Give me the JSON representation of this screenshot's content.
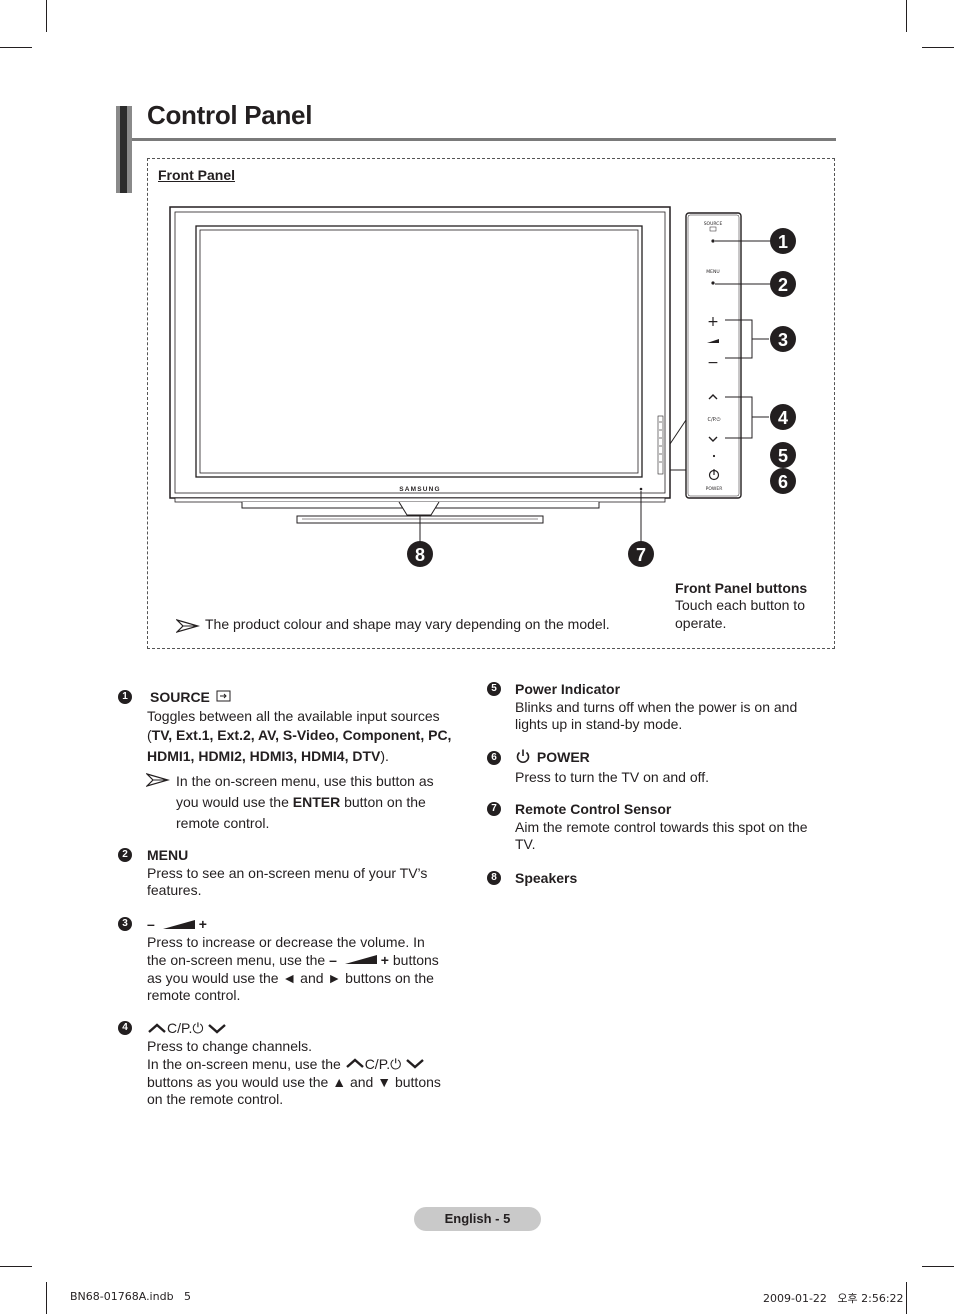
{
  "page": {
    "title": "Control Panel",
    "footer": "English - 5",
    "slug_left": "BN68-01768A.indb   5",
    "slug_right": "2009-01-22   오후 2:56:22"
  },
  "figure": {
    "section_label": "Front Panel",
    "brand": "SAMSUNG",
    "note": "The product colour and shape may vary depending on the model.",
    "buttons_title": "Front Panel buttons",
    "buttons_desc_1": "Touch each button to",
    "buttons_desc_2": "operate.",
    "strip": {
      "source": "SOURCE",
      "menu": "MENU",
      "plus": "+",
      "minus": "−",
      "cp": "C/P.⏻",
      "power": "POWER"
    },
    "callouts": [
      "1",
      "2",
      "3",
      "4",
      "5",
      "6",
      "7",
      "8"
    ]
  },
  "items": {
    "i1": {
      "num": "1",
      "head": "SOURCE",
      "text_1": "Toggles between all the available input sources",
      "paren_open": "(",
      "sources_1": "TV, Ext.1, Ext.2, AV, S-Video, Component, PC,",
      "sources_2": "HDMI1, HDMI2, HDMI3, HDMI4, DTV",
      "paren_close": ").",
      "note_1": "In the on-screen menu, use this button as",
      "note_2a": "you would use the ",
      "note_2b": "ENTER",
      "note_2c": " button on the",
      "note_3": "remote control."
    },
    "i2": {
      "num": "2",
      "head": "MENU",
      "text_1": "Press to see an on-screen menu of your TV’s",
      "text_2": "features."
    },
    "i3": {
      "num": "3",
      "head_minus": "–",
      "head_plus": "+",
      "text_1": "Press to increase or decrease the volume. In",
      "text_2a": "the on-screen menu, use the ",
      "text_2b": "–",
      "text_2c": "+",
      "text_2d": " buttons",
      "text_3": "as you would use the ◄ and ► buttons on the",
      "text_4": "remote control."
    },
    "i4": {
      "num": "4",
      "head": "C/P.⏻",
      "text_1": "Press to change channels.",
      "text_2a": "In the on-screen menu, use the ",
      "text_2b": "C/P.⏻",
      "text_3": "buttons as you would use the ▲ and ▼ buttons",
      "text_4": "on the remote control."
    },
    "i5": {
      "num": "5",
      "head": "Power Indicator",
      "text_1": "Blinks and turns off when the power is on and",
      "text_2": "lights up in stand-by mode."
    },
    "i6": {
      "num": "6",
      "head": "POWER",
      "text_1": "Press to turn the TV on and off."
    },
    "i7": {
      "num": "7",
      "head": "Remote Control Sensor",
      "text_1": "Aim the remote control towards this spot on the",
      "text_2": "TV."
    },
    "i8": {
      "num": "8",
      "head": "Speakers"
    }
  }
}
